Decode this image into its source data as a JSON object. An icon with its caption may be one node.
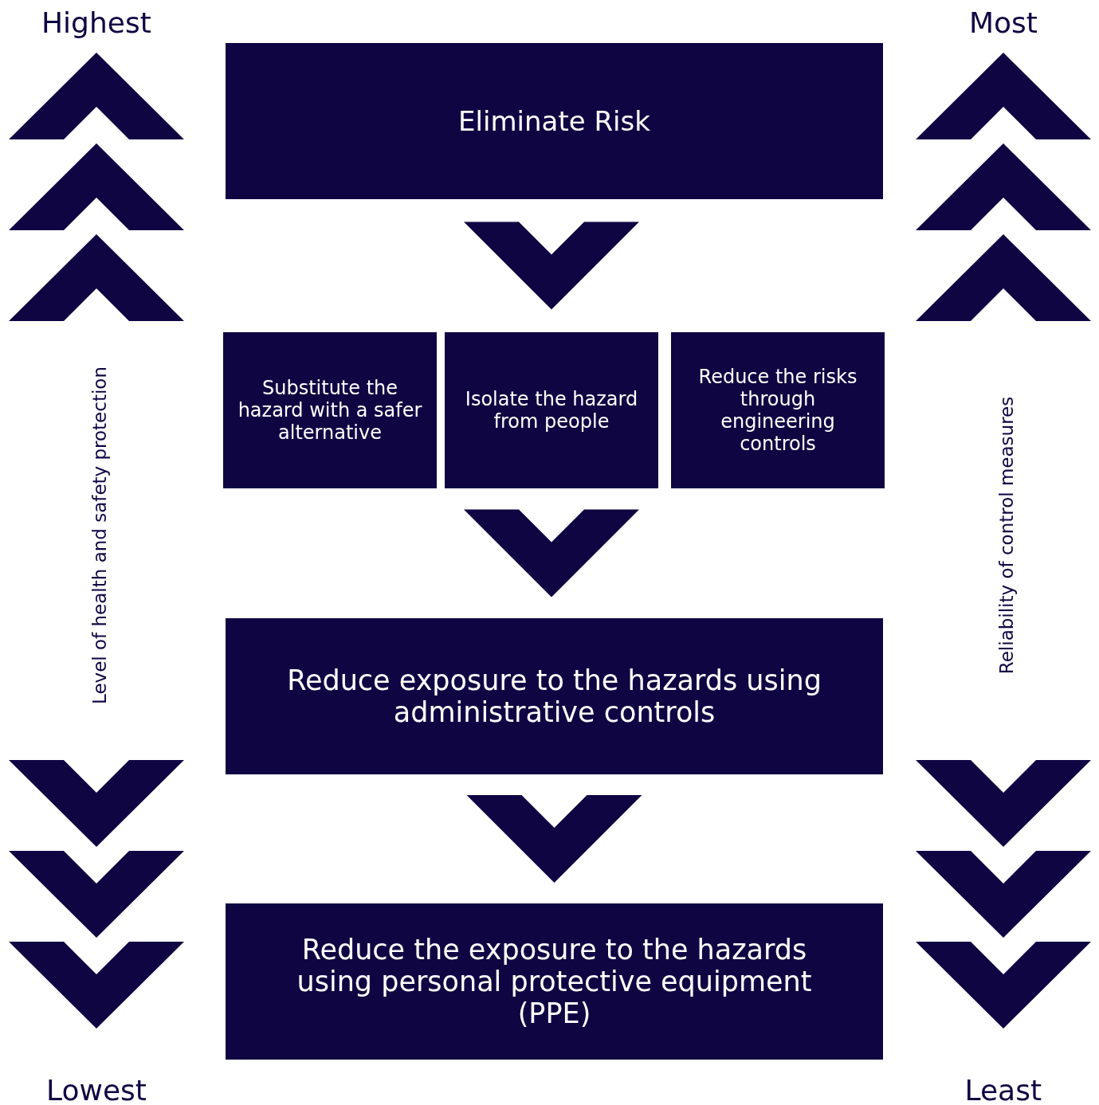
{
  "diagram": {
    "nodes": [
      {
        "text": [
          "Eliminate Risk"
        ]
      },
      {
        "text": [
          "Substitute the hazard with a safer alternative"
        ]
      },
      {
        "text": [
          "Isolate the hazard from people"
        ]
      },
      {
        "text": [
          "Reduce the risks through engineering controls"
        ]
      },
      {
        "text": [
          "Reduce exposure to the hazards using administrative controls"
        ]
      },
      {
        "text": [
          "Reduce the exposure to the hazards using personal protective equipment (PPE)"
        ]
      }
    ],
    "edges": [
      {
        "from": 0,
        "to": 2,
        "arrow": "to"
      },
      {
        "from": 2,
        "to": 4,
        "arrow": "to"
      },
      {
        "from": 4,
        "to": 5,
        "arrow": "to"
      }
    ],
    "labels": [
      "Highest",
      "Most",
      "Level of health and safety protection",
      "Reliability of control measures",
      "Lowest",
      "Least"
    ]
  }
}
